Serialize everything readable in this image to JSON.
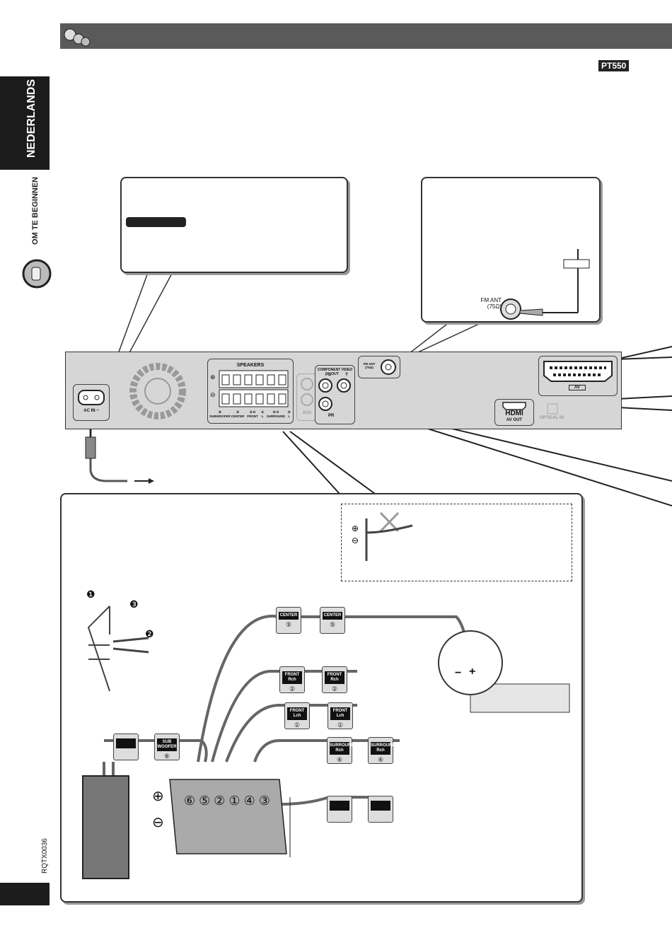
{
  "header": {
    "model_badge": "PT550"
  },
  "sidebar": {
    "language": "NEDERLANDS",
    "section": "OM TE BEGINNEN",
    "doc_number": "RQTX0036"
  },
  "unit": {
    "ac_in": "AC IN ~",
    "speakers_title": "SPEAKERS",
    "plus": "⊕",
    "minus": "⊖",
    "terminal_labels": [
      "⑥ SUBWOOFER",
      "⑤ CENTER",
      "② R FRONT",
      "① L",
      "④ R SURROUND",
      "③ L"
    ],
    "aux": "AUX",
    "component_title": "COMPONENT VIDEO OUT",
    "pb": "PB",
    "y": "Y",
    "pr": "PR",
    "fm_ant": "FM ANT (75Ω)",
    "av": "AV",
    "hdmi": "HDMI",
    "av_out": "AV OUT",
    "optical_in": "OPTICAL IN"
  },
  "fm_callout": {
    "label": "FM ANT (75Ω)"
  },
  "speaker_box": {
    "steps": [
      "❶",
      "❷",
      "❸"
    ],
    "polarity": {
      "minus": "−",
      "plus": "+"
    },
    "tags": [
      {
        "label": "CENTER",
        "num": "⑤"
      },
      {
        "label": "FRONT Rch",
        "num": "②"
      },
      {
        "label": "FRONT Lch",
        "num": "①"
      },
      {
        "label": "SURROUND Rch",
        "num": "④"
      },
      {
        "label": "SUB WOOFER",
        "num": "⑥"
      }
    ],
    "terminal_numbers": [
      "⑥",
      "⑤",
      "②",
      "①",
      "④",
      "③"
    ],
    "plus": "⊕",
    "minus": "⊖"
  }
}
